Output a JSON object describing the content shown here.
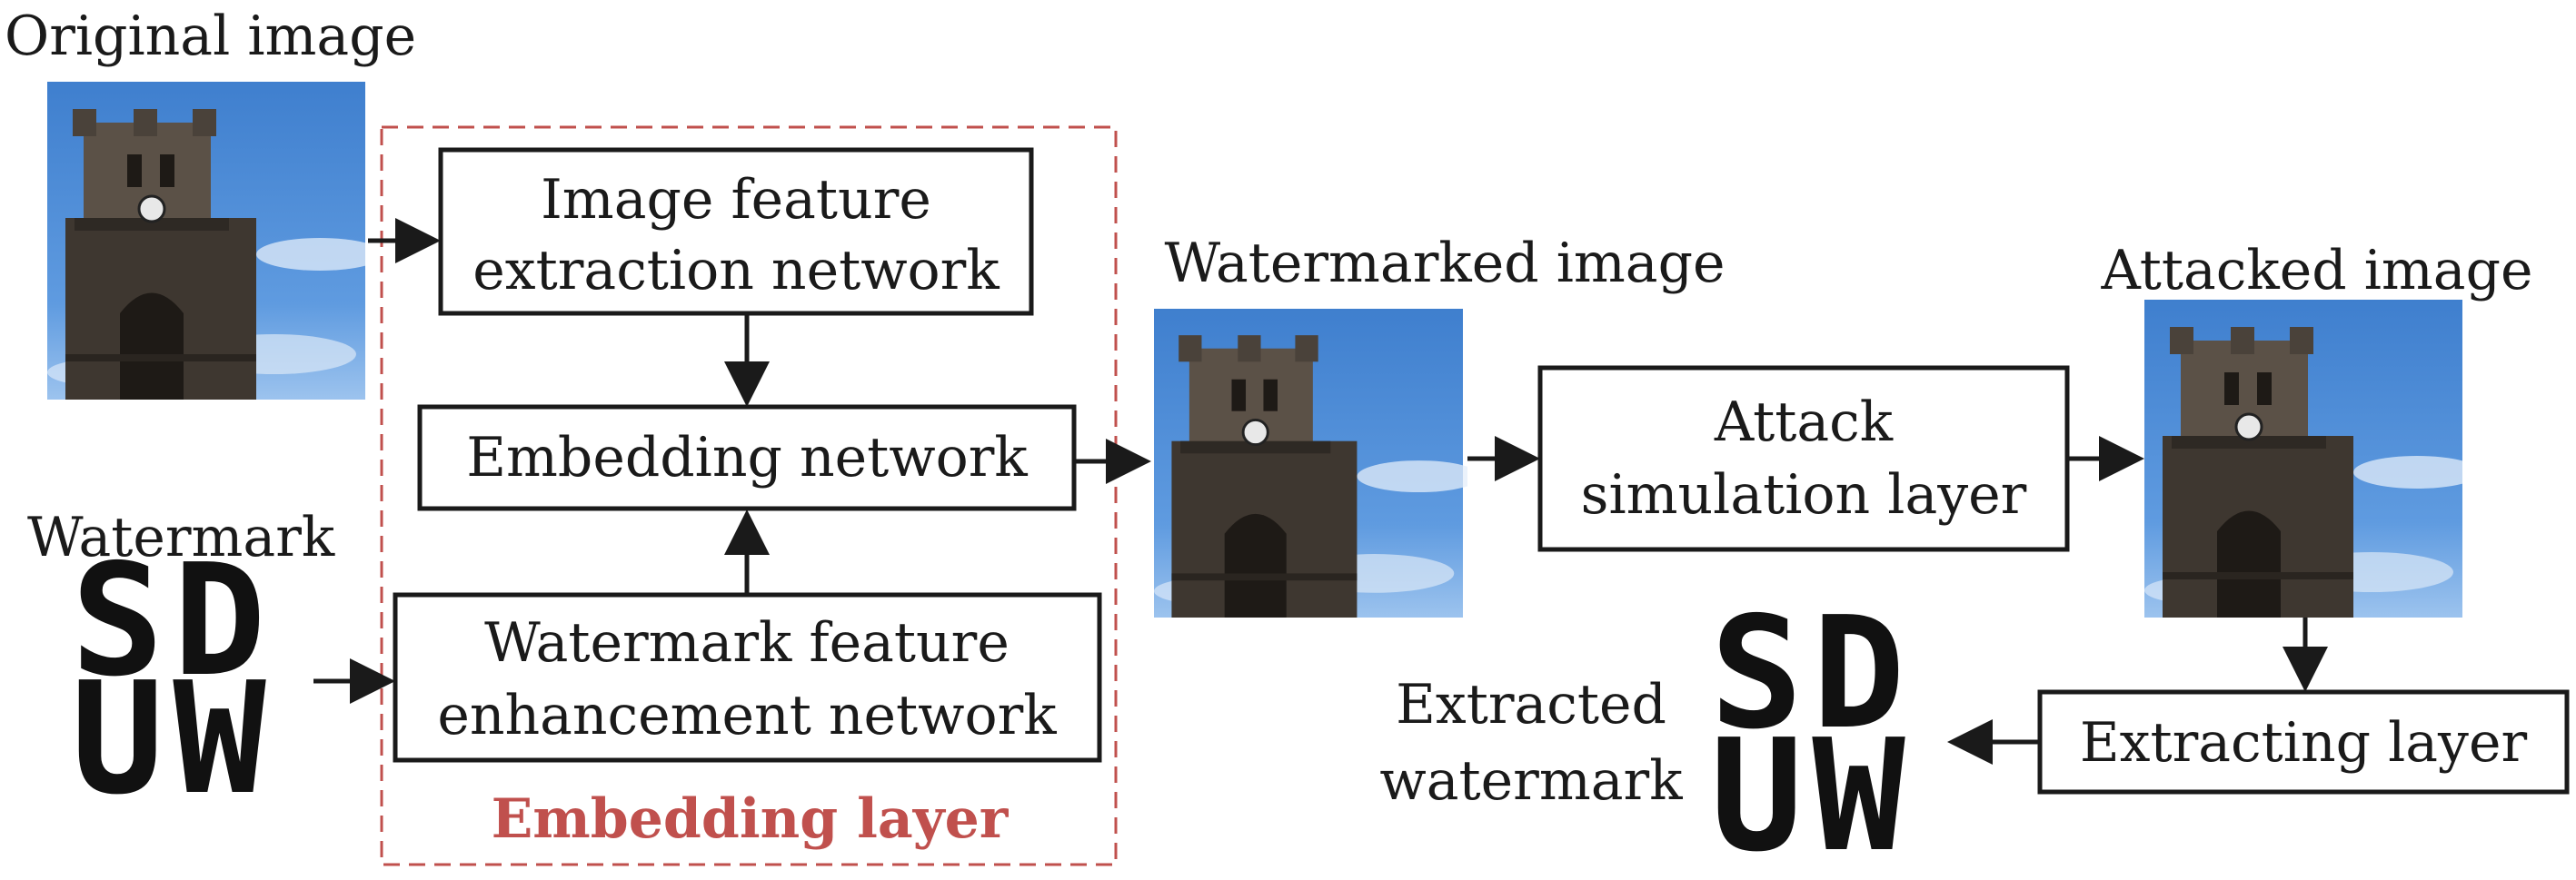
{
  "labels": {
    "original_image": "Original image",
    "watermark": "Watermark",
    "watermarked_image": "Watermarked image",
    "attacked_image": "Attacked image",
    "extracted_watermark_line1": "Extracted",
    "extracted_watermark_line2": "watermark"
  },
  "boxes": {
    "image_feature_line1": "Image feature",
    "image_feature_line2": "extraction network",
    "embedding_network": "Embedding network",
    "watermark_feature_line1": "Watermark feature",
    "watermark_feature_line2": "enhancement network",
    "attack_line1": "Attack",
    "attack_line2": "simulation layer",
    "extracting_layer": "Extracting layer"
  },
  "embedding_layer": {
    "label": "Embedding layer",
    "color": "#c0504d"
  },
  "watermark_glyph": {
    "line1": "SD",
    "line2": "UW"
  },
  "colors": {
    "sky": "#4f8fd6",
    "tower": "#5b5147"
  }
}
